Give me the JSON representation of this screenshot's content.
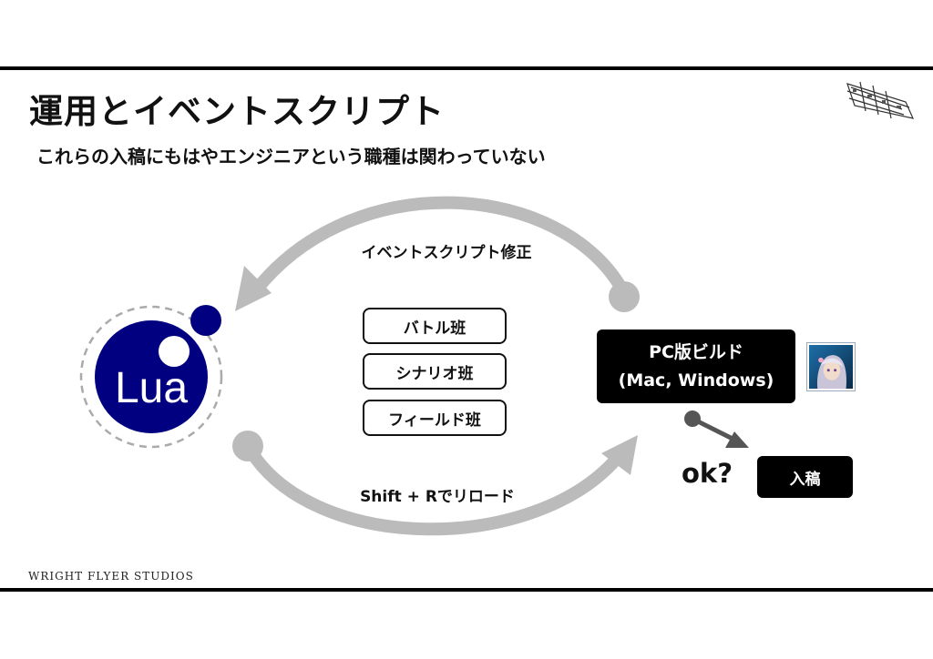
{
  "slide": {
    "title": "運用とイベントスクリプト",
    "subtitle": "これらの入稿にもはやエンジニアという職種は関わっていない",
    "footer": "WRIGHT FLYER STUDIOS"
  },
  "lua": {
    "label": "Lua",
    "color": "#000080"
  },
  "arcs": {
    "top_label": "イベントスクリプト修正",
    "bottom_label": "Shift + Rでリロード",
    "color": "#bbbbbb"
  },
  "teams": [
    "バトル班",
    "シナリオ班",
    "フィールド班"
  ],
  "build": {
    "line1": "PC版ビルド",
    "line2": "(Mac, Windows)"
  },
  "check": {
    "ok_label": "ok?",
    "submit_label": "入稿"
  },
  "icons": {
    "corner": "winged-logo-icon",
    "avatar": "character-avatar-icon"
  }
}
